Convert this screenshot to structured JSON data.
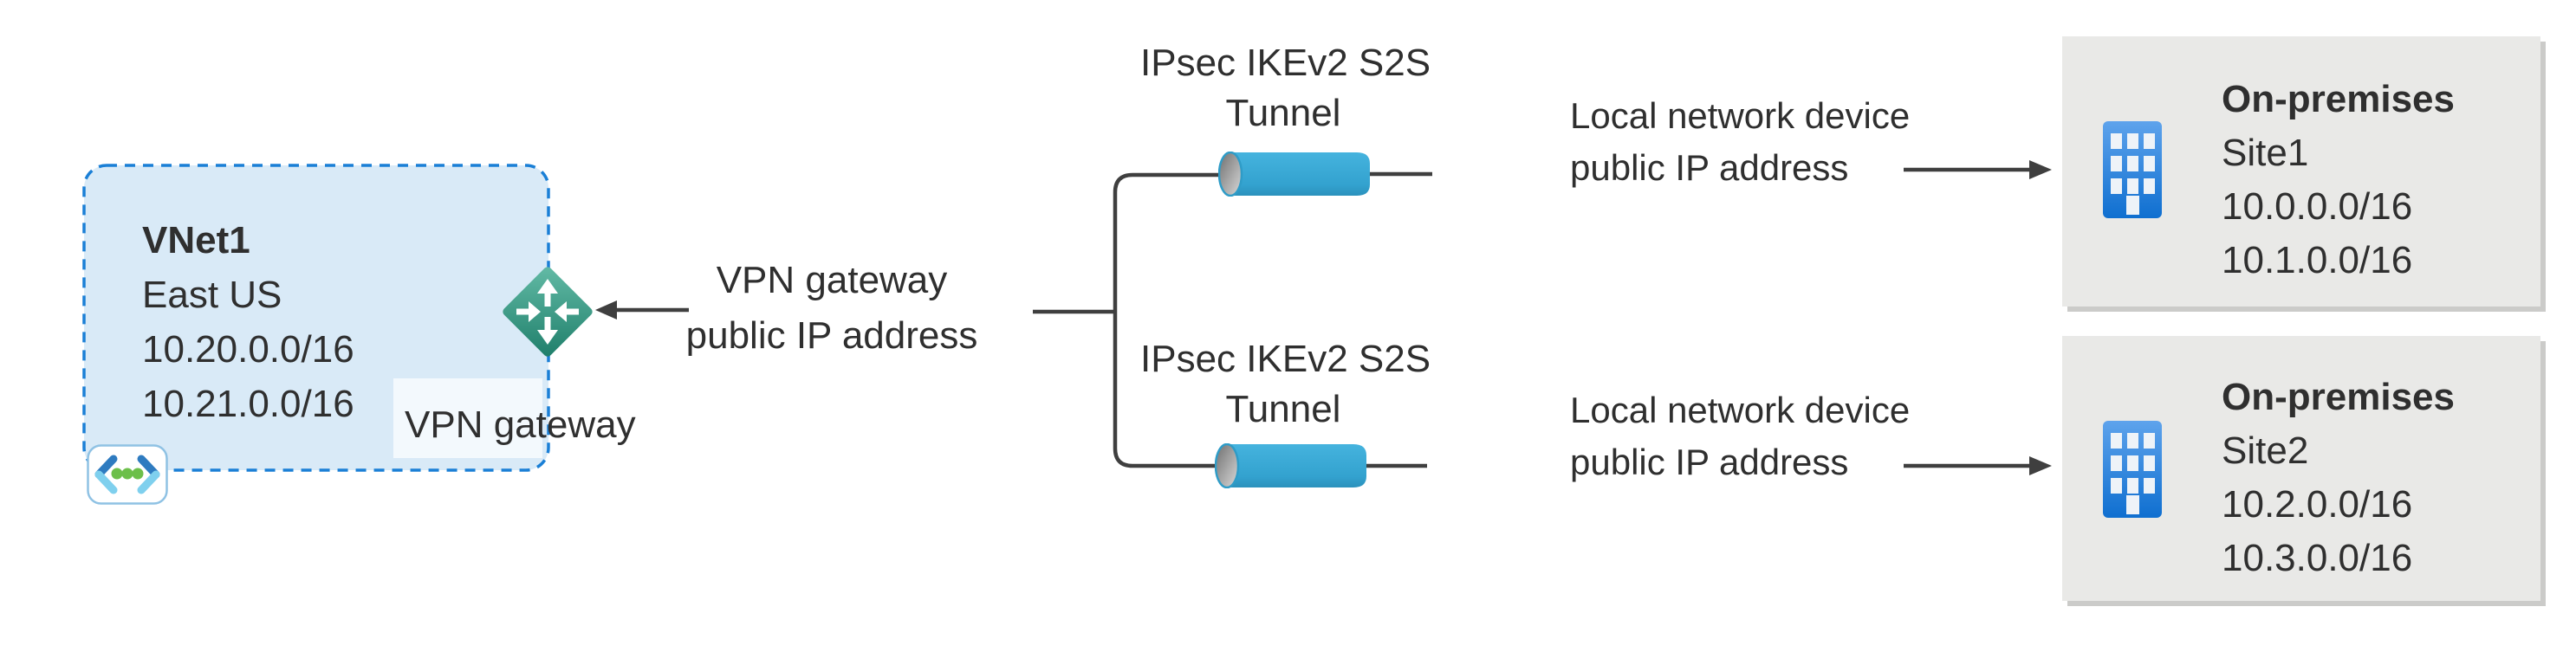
{
  "vnet": {
    "name": "VNet1",
    "region": "East US",
    "address_space_1": "10.20.0.0/16",
    "address_space_2": "10.21.0.0/16",
    "gateway_label": "VPN gateway"
  },
  "gateway_ip_label": {
    "line1": "VPN gateway",
    "line2": "public IP address"
  },
  "tunnel1": {
    "line1": "IPsec IKEv2 S2S",
    "line2": "Tunnel"
  },
  "tunnel2": {
    "line1": "IPsec IKEv2 S2S",
    "line2": "Tunnel"
  },
  "device1": {
    "line1": "Local network device",
    "line2": "public IP address"
  },
  "device2": {
    "line1": "Local network device",
    "line2": "public IP address"
  },
  "site1": {
    "title": "On-premises",
    "name": "Site1",
    "address_space_1": "10.0.0.0/16",
    "address_space_2": "10.1.0.0/16"
  },
  "site2": {
    "title": "On-premises",
    "name": "Site2",
    "address_space_1": "10.2.0.0/16",
    "address_space_2": "10.3.0.0/16"
  },
  "icons": {
    "vnet": "virtual-network-icon",
    "gateway": "vpn-gateway-icon",
    "tunnel": "ipsec-tunnel-pipe-icon",
    "site": "office-building-icon"
  },
  "colors": {
    "vnet_fill": "#d9eaf7",
    "vnet_border": "#1a7fd6",
    "vnet_label_patch": "#f3f9fd",
    "diamond_teal_light": "#5cb8a5",
    "diamond_teal_dark": "#1e7e6a",
    "tunnel_blue": "#35a7d4",
    "tunnel_cap_gray": "#8a8a8a",
    "site_box_bg": "#e9e9e7",
    "site_box_shadow": "#cbcbc9",
    "building_blue_light": "#5ea3ec",
    "building_blue_dark": "#0f6fd0",
    "vnet_icon_green": "#6cbf4a",
    "vnet_icon_blue_dark": "#2e7bc0",
    "vnet_icon_blue_light": "#7fd0ee",
    "line_color": "#3f3f3f",
    "text_color": "#2f2f2f"
  }
}
